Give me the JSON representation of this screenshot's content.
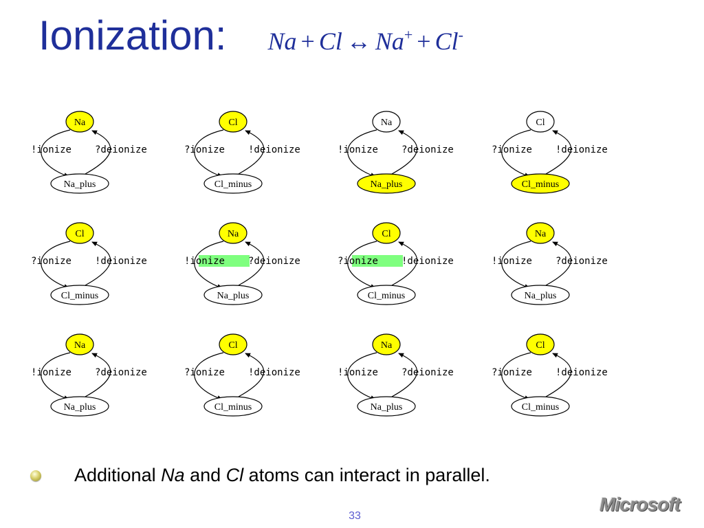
{
  "slide": {
    "title": "Ionization:",
    "formula": {
      "lhs1": "Na",
      "plus1": "+",
      "lhs2": "Cl",
      "arrow": "↔",
      "rhs1": "Na",
      "rhs1_sup": "+",
      "plus2": "+",
      "rhs2": "Cl",
      "rhs2_sup": "-"
    },
    "bullet": {
      "prefix": "Additional ",
      "na": "Na",
      "mid": " and ",
      "cl": "Cl",
      "suffix": " atoms can interact in parallel."
    },
    "page_number": "33",
    "logo": "Microsoft"
  },
  "colors": {
    "title": "#1f2f9a",
    "active_state": "#ffff00",
    "inactive_state": "#ffffff",
    "highlight_label": "#7fff7f",
    "page_number": "#5a5ad0"
  },
  "machines": [
    [
      {
        "top": "Na",
        "bottom": "Na_plus",
        "left_label": "!ionize",
        "right_label": "?deionize",
        "active": "top",
        "highlight": false
      },
      {
        "top": "Cl",
        "bottom": "Cl_minus",
        "left_label": "?ionize",
        "right_label": "!deionize",
        "active": "top",
        "highlight": false
      },
      {
        "top": "Na",
        "bottom": "Na_plus",
        "left_label": "!ionize",
        "right_label": "?deionize",
        "active": "bottom",
        "highlight": false
      },
      {
        "top": "Cl",
        "bottom": "Cl_minus",
        "left_label": "?ionize",
        "right_label": "!deionize",
        "active": "bottom",
        "highlight": false
      }
    ],
    [
      {
        "top": "Cl",
        "bottom": "Cl_minus",
        "left_label": "?ionize",
        "right_label": "!deionize",
        "active": "top",
        "highlight": false
      },
      {
        "top": "Na",
        "bottom": "Na_plus",
        "left_label": "!ionize",
        "right_label": "?deionize",
        "active": "top",
        "highlight": true
      },
      {
        "top": "Cl",
        "bottom": "Cl_minus",
        "left_label": "?ionize",
        "right_label": "!deionize",
        "active": "top",
        "highlight": true
      },
      {
        "top": "Na",
        "bottom": "Na_plus",
        "left_label": "!ionize",
        "right_label": "?deionize",
        "active": "top",
        "highlight": false
      }
    ],
    [
      {
        "top": "Na",
        "bottom": "Na_plus",
        "left_label": "!ionize",
        "right_label": "?deionize",
        "active": "top",
        "highlight": false
      },
      {
        "top": "Cl",
        "bottom": "Cl_minus",
        "left_label": "?ionize",
        "right_label": "!deionize",
        "active": "top",
        "highlight": false
      },
      {
        "top": "Na",
        "bottom": "Na_plus",
        "left_label": "!ionize",
        "right_label": "?deionize",
        "active": "top",
        "highlight": false
      },
      {
        "top": "Cl",
        "bottom": "Cl_minus",
        "left_label": "?ionize",
        "right_label": "!deionize",
        "active": "top",
        "highlight": false
      }
    ]
  ]
}
